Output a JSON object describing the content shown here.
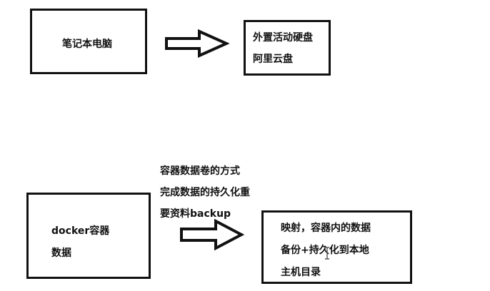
{
  "top_row": {
    "left_box": {
      "label": "笔记本电脑"
    },
    "right_box": {
      "lines": [
        "外置活动硬盘",
        "阿里云盘"
      ]
    }
  },
  "bottom_row": {
    "note_lines": [
      "容器数据卷的方式",
      "完成数据的持久化重",
      "要资料backup"
    ],
    "left_box": {
      "lines": [
        "docker容器",
        "数据"
      ]
    },
    "right_box": {
      "lines": [
        "映射，容器内的数据",
        "备份+持久化到本地",
        "主机目录"
      ]
    }
  },
  "icons": {
    "arrow_top": "right-arrow-outline",
    "arrow_bottom": "right-arrow-outline",
    "cursor": "text-cursor"
  }
}
